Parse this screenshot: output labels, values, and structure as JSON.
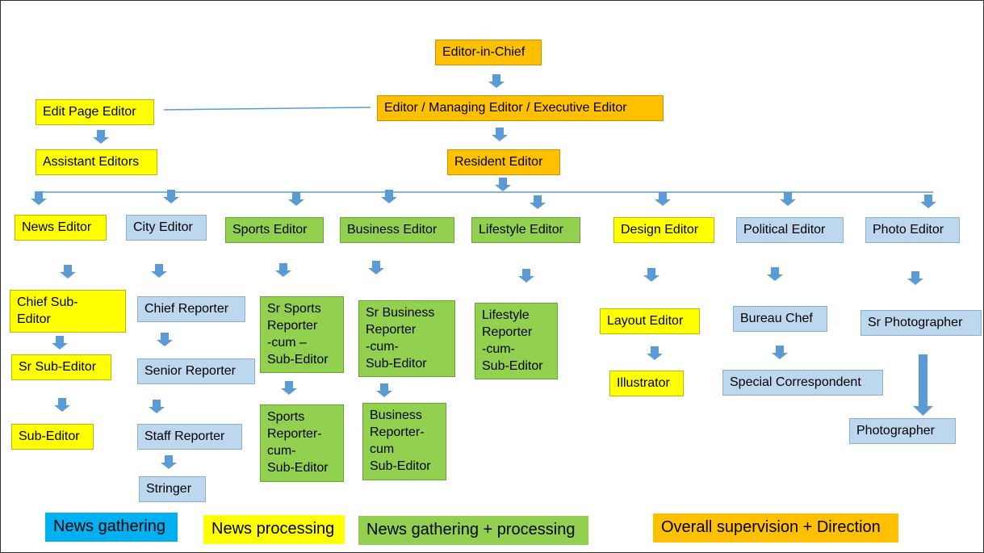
{
  "top": {
    "editor_in_chief": "Editor-in-Chief",
    "managing_editor": "Editor / Managing Editor / Executive Editor",
    "resident_editor": "Resident Editor",
    "edit_page_editor": "Edit Page Editor",
    "assistant_editors": "Assistant Editors"
  },
  "columns": {
    "news": {
      "head": "News Editor",
      "chief_sub_editor": "Chief Sub-\nEditor",
      "sr_sub_editor": "Sr Sub-Editor",
      "sub_editor": "Sub-Editor"
    },
    "city": {
      "head": "City Editor",
      "chief_reporter": "Chief Reporter",
      "senior_reporter": "Senior Reporter",
      "staff_reporter": "Staff Reporter",
      "stringer": "Stringer"
    },
    "sports": {
      "head": "Sports Editor",
      "sr_reporter": "Sr Sports\nReporter\n-cum –\nSub-Editor",
      "reporter": "Sports\nReporter-\ncum-\nSub-Editor"
    },
    "business": {
      "head": "Business Editor",
      "sr_reporter": "Sr Business\nReporter\n-cum-\nSub-Editor",
      "reporter": "Business\nReporter-\ncum\nSub-Editor"
    },
    "lifestyle": {
      "head": "Lifestyle Editor",
      "reporter": "Lifestyle\nReporter\n-cum-\nSub-Editor"
    },
    "design": {
      "head": "Design Editor",
      "layout_editor": "Layout Editor",
      "illustrator": "Illustrator"
    },
    "political": {
      "head": "Political Editor",
      "bureau_chief": "Bureau Chef",
      "special_correspondent": "Special Correspondent"
    },
    "photo": {
      "head": "Photo Editor",
      "sr_photographer": "Sr Photographer",
      "photographer": "Photographer"
    }
  },
  "legend": {
    "news_gathering": "News gathering",
    "news_processing": "News processing",
    "gathering_processing": "News gathering + processing",
    "overall_supervision": "Overall supervision + Direction"
  },
  "colors": {
    "supervision": "#ffc000",
    "processing": "#ffff00",
    "gathering_processing": "#92d050",
    "gathering": "#bdd7ee",
    "legend_gathering": "#00b0f0",
    "arrow": "#5b9bd5"
  }
}
